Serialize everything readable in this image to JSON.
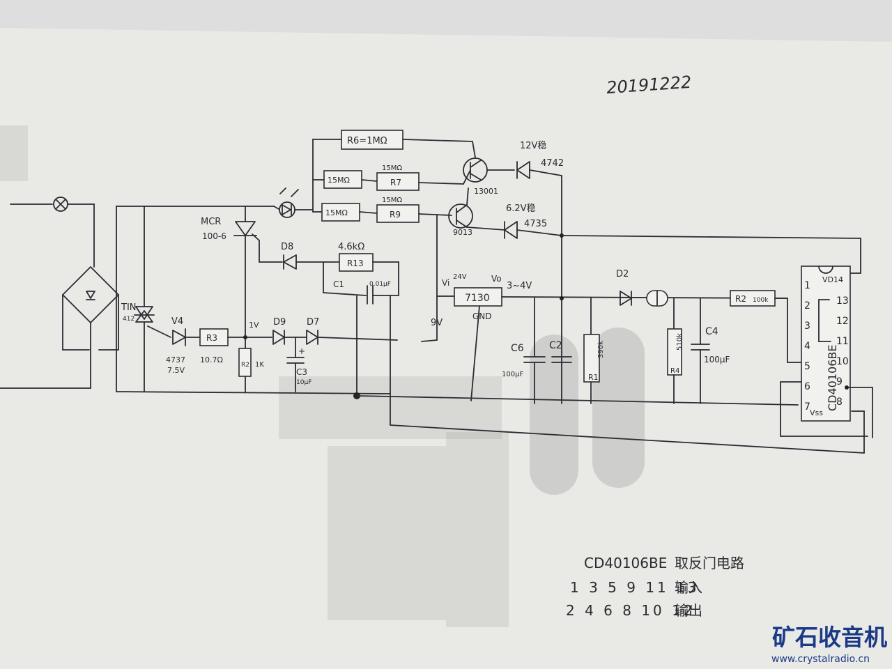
{
  "date": "20191222",
  "labels": {
    "r6": "R6=1MΩ",
    "r7_series": "15MΩ",
    "r7_top": "15MΩ",
    "r7": "R7",
    "r9_series": "15MΩ",
    "r9_top": "15MΩ",
    "r9": "R9",
    "q_top": "13001",
    "q_bottom": "9013",
    "zener_top_v": "12V稳",
    "zener_top_part": "4742",
    "zener_mid_v": "6.2V稳",
    "zener_mid_part": "4735",
    "mcr": "MCR",
    "mcr_part": "100-6",
    "d8": "D8",
    "r13_value": "4.6kΩ",
    "r13": "R13",
    "c1": "C1",
    "c1_value": "0.01μF",
    "triac": "TIN",
    "triac_sub": "412",
    "v4": "V4",
    "v4_part": "4737",
    "v4_volt": "7.5V",
    "r3": "R3",
    "r3_value": "10.7Ω",
    "r2": "R2",
    "r2_value": "1K",
    "one_v": "1V",
    "d9": "D9",
    "d7": "D7",
    "c3": "C3",
    "c3_value": "10μF",
    "plus": "+",
    "vi": "Vi",
    "vi_volt": "24V",
    "vo": "Vo",
    "reg": "7130",
    "reg_out": "3~4V",
    "gnd": "GND",
    "nine_v": "9V",
    "c6": "C6",
    "c6_value": "100μF",
    "c2": "C2",
    "r1": "R1",
    "r1_value": "390k",
    "d2": "D2",
    "r4_value": "510k",
    "r4": "R4",
    "c4": "C4",
    "c4_value": "100μF",
    "r2b": "R2",
    "r2b_value": "100k",
    "ic_name": "CD40106BE",
    "vdd": "VD14",
    "vss": "Vss",
    "pins_left": [
      "1",
      "2",
      "3",
      "4",
      "5",
      "6",
      "7"
    ],
    "pins_right": [
      "13",
      "12",
      "11",
      "10",
      "9",
      "8"
    ]
  },
  "notes": {
    "title_part": "CD40106BE",
    "title_cn": "取反门电路",
    "inputs_pins": "1 3 5 9 11 13",
    "inputs_cn": "输入",
    "outputs_pins": "2 4 6 8 10 12",
    "outputs_cn": "输出"
  },
  "watermark": {
    "cn": "矿石收音机",
    "url": "www.crystalradio.cn",
    "color": "#1b3a86"
  }
}
